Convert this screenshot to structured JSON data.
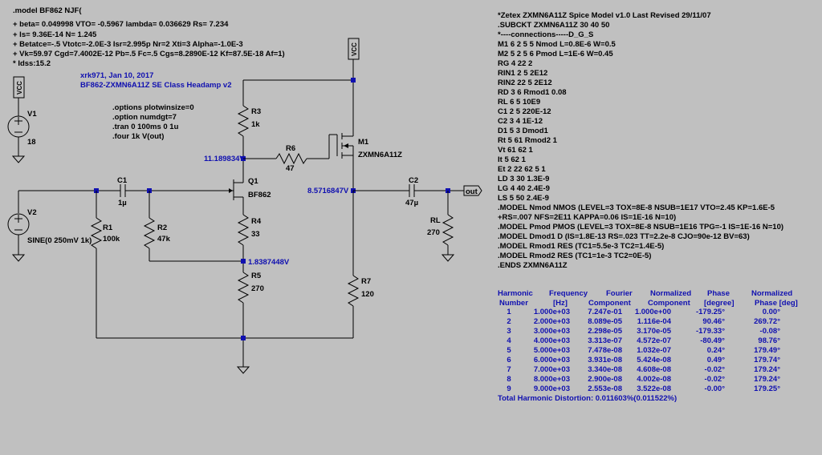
{
  "model_left": [
    ".model BF862 NJF(",
    "+ beta= 0.049998 VTO= -0.5967 lambda= 0.036629 Rs= 7.234",
    "+ Is= 9.36E-14 N= 1.245",
    "+ Betatce=-.5 Vtotc=-2.0E-3 Isr=2.995p Nr=2 Xti=3 Alpha=-1.0E-3",
    "+ Vk=59.97 Cgd=7.4002E-12 Pb=.5 Fc=.5 Cgs=8.2890E-12 Kf=87.5E-18 Af=1)",
    "* Idss:15.2"
  ],
  "credits": [
    "xrk971, Jan 10, 2017",
    "BF862-ZXMN6A11Z SE Class Headamp v2"
  ],
  "directives": [
    ".options plotwinsize=0",
    ".option numdgt=7",
    ".tran 0 100ms 0 1u",
    ".four 1k V(out)"
  ],
  "components": {
    "vcc_label": "VCC",
    "v1": {
      "name": "V1",
      "value": "18"
    },
    "v2": {
      "name": "V2",
      "value": "SINE(0 250mV 1k)"
    },
    "r1": {
      "name": "R1",
      "value": "100k"
    },
    "r2": {
      "name": "R2",
      "value": "47k"
    },
    "r3": {
      "name": "R3",
      "value": "1k"
    },
    "r4": {
      "name": "R4",
      "value": "33"
    },
    "r5": {
      "name": "R5",
      "value": "270"
    },
    "r6": {
      "name": "R6",
      "value": "47"
    },
    "r7": {
      "name": "R7",
      "value": "120"
    },
    "rl": {
      "name": "RL",
      "value": "270"
    },
    "c1": {
      "name": "C1",
      "value": "1µ"
    },
    "c2": {
      "name": "C2",
      "value": "47µ"
    },
    "q1": {
      "name": "Q1",
      "value": "BF862"
    },
    "m1": {
      "name": "M1",
      "value": "ZXMN6A11Z"
    },
    "out_label": "out"
  },
  "node_voltages": {
    "drain_q1": "11.189834V",
    "source_q1": "1.8387448V",
    "source_m1": "8.5716847V"
  },
  "model_right": [
    "*Zetex ZXMN6A11Z Spice Model v1.0 Last Revised 29/11/07",
    ".SUBCKT ZXMN6A11Z 30 40 50",
    "*----connections-----D_G_S",
    "M1 6 2 5 5 Nmod L=0.8E-6 W=0.5",
    "M2 5 2 5 6 Pmod L=1E-6 W=0.45",
    "RG 4 22 2",
    "RIN1 2 5 2E12",
    "RIN2 22 5 2E12",
    "RD 3 6 Rmod1 0.08",
    "RL 6 5 10E9",
    "C1 2 5 220E-12",
    "C2 3 4 1E-12",
    "D1 5 3 Dmod1",
    "Rt 5 61 Rmod2 1",
    "Vt 61 62 1",
    "It 5 62 1",
    "Et 2 22 62 5 1",
    "LD 3 30 1.3E-9",
    "LG 4 40 2.4E-9",
    "LS 5 50 2.4E-9",
    ".MODEL Nmod NMOS (LEVEL=3 TOX=8E-8 NSUB=1E17 VTO=2.45 KP=1.6E-5",
    "+RS=.007 NFS=2E11 KAPPA=0.06 IS=1E-16 N=10)",
    ".MODEL Pmod PMOS (LEVEL=3 TOX=8E-8 NSUB=1E16 TPG=-1 IS=1E-16 N=10)",
    ".MODEL Dmod1 D (IS=1.8E-13 RS=.023 TT=2.2e-8 CJO=90e-12 BV=63)",
    ".MODEL Rmod1 RES (TC1=5.5e-3 TC2=1.4E-5)",
    ".MODEL Rmod2 RES (TC1=1e-3 TC2=0E-5)",
    ".ENDS ZXMN6A11Z"
  ],
  "fourier": {
    "headers_top": [
      "Harmonic",
      "Frequency",
      "Fourier",
      "Normalized",
      "Phase",
      "Normalized"
    ],
    "headers_bottom": [
      "Number",
      "[Hz]",
      "Component",
      "Component",
      "[degree]",
      "Phase [deg]"
    ],
    "rows": [
      [
        "1",
        "1.000e+03",
        "7.247e-01",
        "1.000e+00",
        "-179.25°",
        "0.00°"
      ],
      [
        "2",
        "2.000e+03",
        "8.089e-05",
        "1.116e-04",
        "90.46°",
        "269.72°"
      ],
      [
        "3",
        "3.000e+03",
        "2.298e-05",
        "3.170e-05",
        "-179.33°",
        "-0.08°"
      ],
      [
        "4",
        "4.000e+03",
        "3.313e-07",
        "4.572e-07",
        "-80.49°",
        "98.76°"
      ],
      [
        "5",
        "5.000e+03",
        "7.478e-08",
        "1.032e-07",
        "0.24°",
        "179.49°"
      ],
      [
        "6",
        "6.000e+03",
        "3.931e-08",
        "5.424e-08",
        "0.49°",
        "179.74°"
      ],
      [
        "7",
        "7.000e+03",
        "3.340e-08",
        "4.608e-08",
        "-0.02°",
        "179.24°"
      ],
      [
        "8",
        "8.000e+03",
        "2.900e-08",
        "4.002e-08",
        "-0.02°",
        "179.24°"
      ],
      [
        "9",
        "9.000e+03",
        "2.553e-08",
        "3.522e-08",
        "-0.00°",
        "179.25°"
      ]
    ],
    "thd": "Total Harmonic Distortion: 0.011603%(0.011522%)"
  }
}
